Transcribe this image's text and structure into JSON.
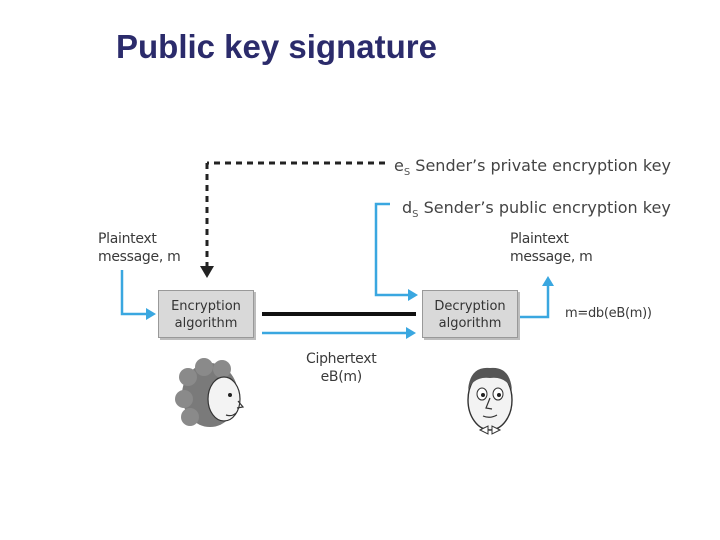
{
  "title": "Public key signature",
  "keys": {
    "private": {
      "symbol": "e",
      "subscript": "S",
      "label": "Sender’s private encryption key"
    },
    "public": {
      "symbol": "d",
      "subscript": "S",
      "label": "Sender’s public encryption key"
    }
  },
  "left": {
    "plaintext_line1": "Plaintext",
    "plaintext_line2": "message, m"
  },
  "right": {
    "plaintext_line1": "Plaintext",
    "plaintext_line2": "message, m"
  },
  "encryption": {
    "line1": "Encryption",
    "line2": "algorithm"
  },
  "decryption": {
    "line1": "Decryption",
    "line2": "algorithm"
  },
  "ciphertext": {
    "line1": "Ciphertext",
    "line2": "eB(m)"
  },
  "result": "m=db(eB(m))",
  "colors": {
    "title": "#2b2b6b",
    "arrow": "#3aa7e0",
    "dashed": "#222222"
  }
}
